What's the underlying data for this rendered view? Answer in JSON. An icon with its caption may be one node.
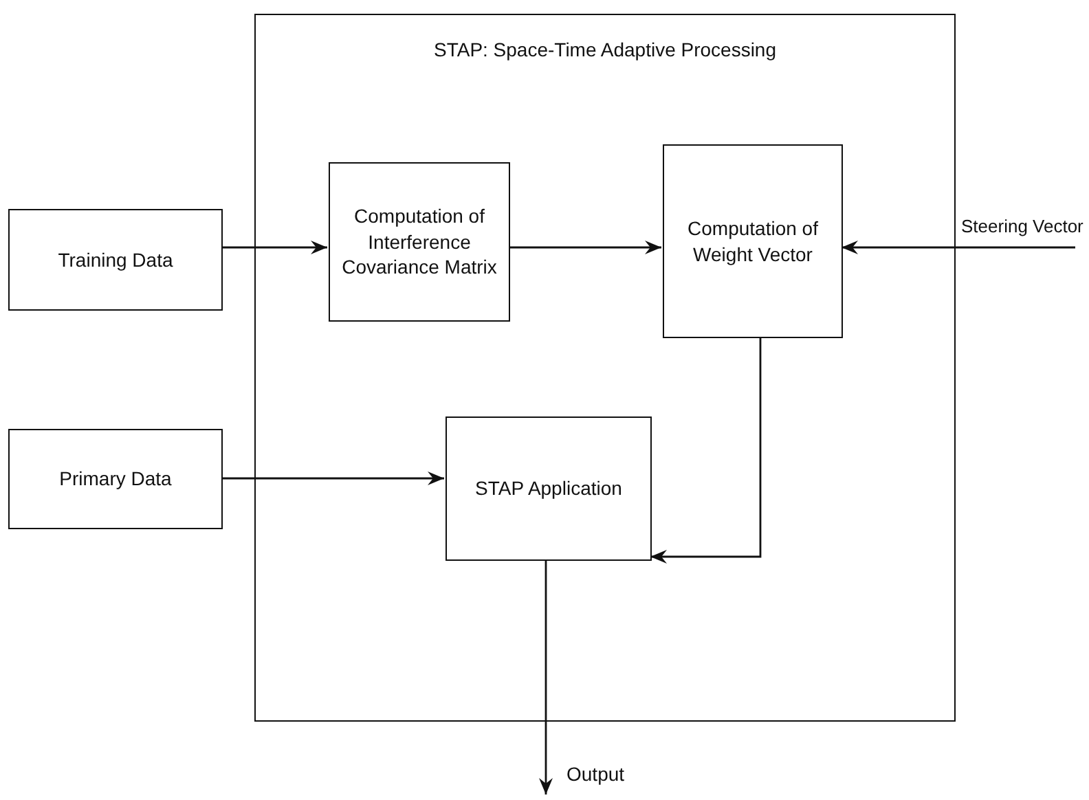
{
  "diagram": {
    "nodes": [
      {
        "text": [
          "STAP:  Space-Time Adaptive Processing"
        ]
      },
      {
        "text": [
          "Training Data"
        ]
      },
      {
        "text": [
          "Computation of Interference Covariance Matrix"
        ],
        "in": 0
      },
      {
        "text": [
          "Computation of Weight Vector"
        ],
        "in": 0
      },
      {
        "text": [
          "Primary Data"
        ]
      },
      {
        "text": [
          "STAP Application"
        ],
        "in": 0
      }
    ],
    "edges": [
      {
        "from": 1,
        "to": 2,
        "arrow": "to"
      },
      {
        "from": 2,
        "to": 3,
        "arrow": "to"
      },
      {
        "from": null,
        "to": 3,
        "arrow": "to",
        "label": "Steering Vector"
      },
      {
        "from": 3,
        "to": 5,
        "arrow": "to"
      },
      {
        "from": 4,
        "to": 5,
        "arrow": "to"
      },
      {
        "from": 5,
        "to": null,
        "arrow": "to",
        "label": "Output"
      }
    ]
  }
}
